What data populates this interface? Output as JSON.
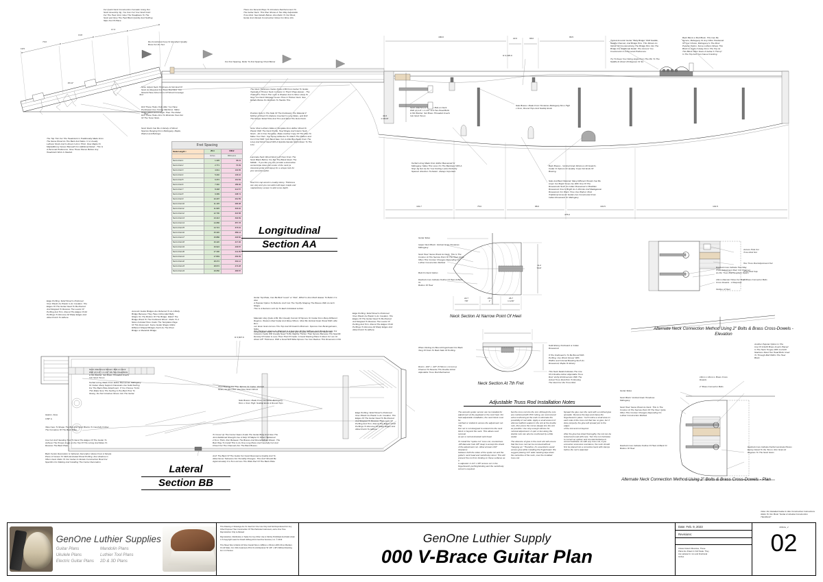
{
  "sheet": {
    "title": "000 V-Brace Guitar Plan",
    "company": "GenOne Luthier Supply",
    "sheet_number": "02",
    "sheet_code": "000vbs_2",
    "date_label": "Date: Feb. 9, 2023",
    "revisions_label": "Revisions:",
    "scale_note": "Unless Noted Otherwise, These\nPlans Are Drawn In Full Scale. They\nAre Labeled In mm and Fractional\nInches",
    "handbook_note": "Refer To Our Book \"Guitar & Ukulele Construction\nHandbook\"",
    "top_right_note": "Note: For Detailed Guitar & Uke Construction Instructions\nRefer To Our Book \"Guitar & Ukulele Construction\nHandbook\""
  },
  "logo": {
    "brand": "GenOne Luthier Supplies",
    "column1": [
      "Guitar Plans",
      "Ukulele Plans",
      "Electric Guitar Plans"
    ],
    "column2": [
      "Mandolin Plans",
      "Luthier Tool Plans",
      "2D & 3D Plans"
    ]
  },
  "legal": {
    "paragraphs": [
      "This Drawing or Drawings Are To Used For One Use Only And Not Reproduced For Any Other Purpose Than Construction Of This Particular Instrument, and a One Time Reproduction Only is Allowed",
      "Reproduction, Distribution or Sales For Any Other Use Is Strictly Prohibited And Falls Under U.S Copyright Laws For David VeBurg AIA & GenOne Services, Inc.  © 2019",
      "This Sheet Size Is Metric A0 Size Overall Size is 1189mm x 841mm With 15mm Borders On All Sides. For USA Customers Print On Architectural \"E\" (36\" x 48\") Without Resizing For 1:1 Printout."
    ]
  },
  "captions": {
    "longitudinal": [
      "Longitudinal",
      "Section AA"
    ],
    "lateral": [
      "Lateral",
      "Section BB"
    ],
    "neck_section_heel": "Neck Section At Narrow\nPoint Of Heel",
    "neck_section_7th": "Neck Section At 7th\nFret",
    "truss_rod_notes_title": "Adjustable Truss Rod Installation Notes",
    "alt_neck_elevation": "Alternate Neck Connection Method Using\n2\" Bolts & Brass Cross-Dowels - Elevation",
    "alt_neck_plan": "Alternate Neck Connection Method Using\n2\" Bolts & Brass Cross-Dowels - Plan"
  },
  "fret_table": {
    "title": "Fret Spacing",
    "scale_length_label": "Scale Length =",
    "scale_length_inches": "25.4",
    "scale_length_mm": "645.2",
    "unit_headers": [
      "Inches",
      "Millimeters"
    ],
    "rows": [
      {
        "label": "Nut to Fret 1",
        "inches": "1.426",
        "mm": "36.21"
      },
      {
        "label": "Nut to Fret 2",
        "inches": "2.771",
        "mm": "70.39"
      },
      {
        "label": "Nut to Fret 3",
        "inches": "4.041",
        "mm": "102.65"
      },
      {
        "label": "Nut to Fret 4",
        "inches": "5.240",
        "mm": "133.10"
      },
      {
        "label": "Nut to Fret 5",
        "inches": "6.372",
        "mm": "161.84"
      },
      {
        "label": "Nut to Fret 6",
        "inches": "7.440",
        "mm": "189.00"
      },
      {
        "label": "Nut to Fret 7",
        "inches": "8.448",
        "mm": "214.57"
      },
      {
        "label": "Nut to Fret 8",
        "inches": "9.399",
        "mm": "238.74"
      },
      {
        "label": "Nut to Fret 9",
        "inches": "10.297",
        "mm": "261.55"
      },
      {
        "label": "Nut to Fret 10",
        "inches": "11.145",
        "mm": "283.08"
      },
      {
        "label": "Nut to Fret 11",
        "inches": "11.945",
        "mm": "303.40"
      },
      {
        "label": "Nut to Fret 12",
        "inches": "12.700",
        "mm": "322.58"
      },
      {
        "label": "Nut to Fret 13",
        "inches": "13.413",
        "mm": "340.69"
      },
      {
        "label": "Nut to Fret 14",
        "inches": "14.086",
        "mm": "357.78"
      },
      {
        "label": "Nut to Fret 15",
        "inches": "14.721",
        "mm": "373.91"
      },
      {
        "label": "Nut to Fret 16",
        "inches": "15.320",
        "mm": "389.13"
      },
      {
        "label": "Nut to Fret 17",
        "inches": "15.886",
        "mm": "403.50"
      },
      {
        "label": "Nut to Fret 18",
        "inches": "16.420",
        "mm": "417.06"
      },
      {
        "label": "Nut to Fret 19",
        "inches": "16.924",
        "mm": "429.87"
      },
      {
        "label": "Nut to Fret 20",
        "inches": "17.400",
        "mm": "441.95"
      },
      {
        "label": "Nut to Fret 21",
        "inches": "17.849",
        "mm": "453.35"
      },
      {
        "label": "Nut to Fret 22",
        "inches": "18.272",
        "mm": "464.12"
      },
      {
        "label": "Nut to Fret 23",
        "inches": "18.672",
        "mm": "474.28"
      },
      {
        "label": "Nut to Fret 24",
        "inches": "19.050",
        "mm": "483.87"
      }
    ]
  },
  "notes": {
    "neck_jig": "For Quick Neck Construction Consider Using Our\nNeck Assembly Jig. You Can Cut Your Scarf Joint\nFor The Heel Joint, Glue The Headpiece To The\nNeck and Glue The Heel Block Quickly And Nothing\nSlips Out Of Place.",
    "reinforcement": "There Are Several Ways To Introduce Reinforcement To\nThe Guitar Neck. This Plan Shows A Two Way Adjustable\nTruss Rod. See Details Below. Also Refer To Our Book,\nGuitar And Ukulele Construction Notes For More Info.",
    "nut_material": "Re-Constituted Ivory Or Excellent Quality\nBone For the Nut.",
    "fret_spacing_ref": "For Fret Spacing, Refer To Fret Spacing Chart Below",
    "neck_thickness": "Note: Adjust Neck Thickness At Nut End Of\nNeck As Required For Truss Rod Slot. You\nShould Have About 2mm Of Wood Coverage",
    "tuner_holes": "Drill These Holes Only After You Have\nPurchased Your Tuning Machines. Make\nHoles About 1mm Larger Than The Roller.\nDrill These Holes First To Minimize Tear-Out\nOf The Tuner Slots.",
    "neck_stock": "Neck Stock Can Be A Variety of Wood\nSpecies Ranging From Mahogany, Maple,\nWalnut and Bubinga",
    "headstock_top_trim": "The Top Trim For The Headstock Is Traditionally Made From\nThe Same Wood As The Back And Sides. It Is Usually\nLeftover Stock And Is About 2.2mm Thick. Glue Maple Or\nMaple/Ebony Veneer Beneath For Additional Detail - This Is\nA Personal Preference. Glue These Pieces Before Any\nHeadstock Work Is Started.",
    "neck_thickness_guide": "The Neck Thickness Varies Quite A Bit From Guitar To Guitar,\nTypically A Thinner Neck Is Faster In That It Plays Easier - The\nTradeoff Is That A Thin neck Is Weaker And Is More Likely To\nGive You Neck Warpage Issues Than A Thicker Neck. See\nDetails Below On Methods To Handle This.",
    "position_dots": "Position Dots In The Side Of The Fretboard. The Material If\nMother-of-Pearl Or Abalone Inserted In Long Sides, and Drill\nThe Proper Sized Hole And Trim and Sand The Dots Flush.",
    "laminate_note": "Note: Most Luthiers Make A Template From Either Wood Or\nPlastic With The Neck Profile, Heel Shape And Interior Neck\nStock - All In One Template, Make Another Copy Of This Plan To\nMake Your Own. Use Spray Adhesive To Attach The Pattern and\nCut It Out With Your Band Saw. Cut A Little Big (Away From The\nLine) And Finish Sand With A Spindle Sander Right Down To The\nLine.",
    "laminate_neck": "Laminate Neck Wood Stock Left Over From The\nNeck Blank Before You Rip The Blank Down The\nMiddle - If you like you can provide a decorative\ncenterstripe down the center of the neck (a\nclassical guitar technique) for a unique look for\nyour acoustic guitar.",
    "heel_trim": "Heel trim cap wood is usually ebony. Thickness\ncan vary and you can add multi-layer maple and\nmaple/ebony veneer to add some depth.",
    "kerfed_lining": "Kerfed Lining Made From Either Basswood Or\nMahogany. Make This Lines On The Bandsaw With A\nStop Jig Set Up So Your Kerfing Looks Perfectly\nSpaced. Attention To Detail - Always Important.",
    "neck_attachment": "Neck Attachment Shown: Bolt-on Neck\nWith (2) 1/4\" x 1-1/2\" S.S Hex-Head Bolts\n& SS Washer. Set Brass Threaded Inserts\nInto Neck Tenon",
    "side_braces": "Side Braces: Made From Honduras Mahogany 8mm High\nx 3mm, Round Tops And Scallop Ends",
    "bridge_note": "Typical Acoustic Guitar \"Belly Bridge\" With Saddle,\nSaddle Channel, And Bridge Pins. This Shows An\nOption Of Countersinking The Bridge Pins Into The\nBridge For Additional Detail. The Amount You\nCountersink Is A Personal Preference.",
    "string_angle": "Try To Keep Your String Angle From The Pin To The\nSaddle At About 20 Degrees Or So.",
    "back_block": "Back Block or Butt Block. This Can Be\nSpruce, Mahogany Or Any Other Hardwood\nOf Your Choice, Mahogany Is The Most\nPopular Option. Some Luthiers Shave This\nBlock to Angle It Away From The Top As\nThis Block Often Gives A Guitar A \"Hump\"\nIn The Top And Can Cause Cracking",
    "back_braces": "Back Braces - Vertical Grain Minimum 20 Grain/In.\nCedar Or Spruce #1 Quality. Cope Out Ends Of\nBracing.",
    "side_back_material": "Side And Back Material: Many Different Woods Can Be\nUsed. For Bright Tones Go With One Of The\nRosewoods Such As Indian Rosewood or Brazilian\nRosewood. Koa Is Bright As Is Ziricote And Madagascar\nRosewood. For Warm Tone Use Walnut. Most\nTraditional Acoustic Guitars Are Constructed From\nIndian Rosewood Or Mahogany",
    "edge_purfling": "Edge Purfling: Solid Wood Is Preferred\nOver Plastic As Plastic Is An Insulator. The\nEdges Of The Guitar Need To Be Routed\nAnd Stepped To Receive The Levels Of\nPurfling And Trim. Round The Edges Of All\nPurflings To Remove All Sharp Edges And\nAllow Finish To Adhere.",
    "bridge_plate": "Acoustic Guitar Bridges Are Referred To As A Belly\nBridge Because They Have A Rounded Belly\nShape On The Bottom Of The Bridge. Match The\nBridge Wood To The Fretboard Wood - Refer To 2\nSizes Included Here Under The Templates Page.\nOf This Document. Some Guitar Shape Utilize\nDifferent Shaped Bridges Such As The Prism\nBridge or Mandolin Bridge.",
    "bolt_plate": "Guitar Top Plate, Can Be Built \"Level\" or \"Flat\", Which Is Also Much Easier To Build. It Is Also\nA Popular Option To Build An Arch Into The Top By Shaping The Braces With An Arch Shape.\nThis Is A Decision Left Up To Each Individual Luthier.",
    "material_note": "Materials Vary Quite A Bit, But Usually Consist Of Spruce Or Cedar From Many Different\nRegions. Western Red Cedar And Many Others. Most Be Vertical Grain Wood With Little Run-\nout. Even Grain Across The Top And 20 Grain/In Minimum. Spruces Can Be Engelmann, Sitka\nOr European. Refer To Our Book on Guitar and Ukulele Construction For More Info.",
    "top_thickness": "Top Thickness Varies As Well And Is A Function Of Top Stiffness And Wood Density. For\nInstance Cedar Will Usually Need To Be Slightly Thicker Than Spruce Because The Specific\nDensity Of Cedar Is Less Than That Of Cedar. A Good Starting Place If About 3.2 mm Or\nAbout 1/8\" Thickness. With a Good Stiff Sitka Spruce You Can Reduce This Dimension 4.8d.",
    "edge_purfling2": "Edge Purfling: Solid Wood Is Preferred\nOver Plastic As Plastic Is An Insulator. The\nEdges Of The Guitar Need To Be Routed\nAnd Stepped To Receive The Levels Of\nPurfling And Trim. Round The Edges Of All\nPurflings To Remove All Sharp Edges And\nAllow Finish To Adhere.",
    "tone_bracing": "Tone Bracing For Top, Spruce Or Cedar, Vertical\nGrain, No Run-Out. Use Fine Grain Wood.",
    "side_braces2": "Side Braces: Made From Honduras Mahogany\n8mm x 3mm High. Scallop Ends & Round Tops",
    "neck_block": "Neck Attachment Shown: Bolt-on Neck\nWith (2) 1/4\" x 1-1/2\" SS Hex-Head Bolts\n& SS Washer. Set Brass Threaded Inserts\nInto Neck Tenon",
    "kerfed_lining2": "Kerfed Lining Made From Either Basswood, Mahogany\nOr Cedar. Many Support Classicals Use Solid Kerfing\nFor The Back Plate Attachment. If You Choose To Do\nThis Make Sure The Kerfing Is Pre-Bent Prior To\nGluing. Do Not Introduce Stress Into The Guitar.",
    "take_care": "Take Care To Shape The Butt And Neck Blocks To Carefully Follow\nThe Curvature Of The Back Plate.",
    "cutout_sanding": "Use Cut Arch Sanding Tool To Sand The Edges Of The Guitar To\nAchieve The Proper Angle on the Top Of The Lining And Sides To\nReceive The Back Plate.",
    "back_center": "Back Center Decoration Is Optional. Decoration Varies From A Simple\nPiece of Veneer To Multi-laminated Wood Purfling. Also Abalone Is\nOften Used. Refer To Our Guitar & Ukulele Construction Book For\nSpecifics For Making And Installing The Center Decoration.",
    "cover_seam": "To Cover Up The Center Seam Inside The Guitar Body And Give The\nJoint Additional Strength Use A Strip Of Maple Or Other Hardwood\n2.5mm Thick, Run Between The Braces And Round-Off As Shown. The\nBest Way To Install This Is As One Long Piece And Carefully Cut And\nChisel Out The Channels For The Back Braces.",
    "arch_back": "Arch The Back Of The Guitar For Good Resonance Quality And To\nAllow Some Tolerance For Humidity Changes. This Arch Should Be\nApproximately 4 to 5mm Across The Wide Part Of The Back Plate.",
    "guitar_sides": "Guitar Sides",
    "upper_neck_block": "Upper Neck Block: Vertical Grain Honduras\nMahogany",
    "neck_heel": "Neck Heel: Same Wood As Neck, This Is The\nContour At The Narrow Point Of The Heel. Quite\nOften This Contour Changes Depending On\nLuthier Construction Method",
    "bolt_on_neck_option": "Bolt-On Neck Option",
    "dashed_lines_heel": "Dashed Lines Indicate Outline Of Heel At Back Or\nBottom Of Heel",
    "dashed_two_way": "Dashed Lines Indicate Two-Way\nTruss Adjustment Rod, Cut Channel\nAs Per Truss Rod Suppliers Specs",
    "dowel_holes": "10mm Diamter Holes For Brass\nCross Dowels - 2 Required",
    "outline_heel": "Outline of Heel",
    "finishing_fb": "When Finding An Bound Fingerboard Cut Back\nTang Of Frets To Back Side Of Purfling.",
    "ebony_fb": "Solid Ebony Fretboard or Indian\nRosewood",
    "fb_radius": "If The Fretboard Is To Be Bound With\nPurfling, Use Wood Veneer With\nWidths and Colored Banding Such As\nRosewood, Maple Or Ebony",
    "truss_detail": "This Neck Detail Indicates The Use\nOf A Double-Action Adjustable Truss\nRod. Verify All Dimension With The\nActual Truss Rod Prior To Routing\nThe Neck For the Truss Rod.",
    "rod_dim": "Rod is .310\" x .437\" (5.54mm x 11.1mm)\nChannel To Reseive The Double Action\nAdjustable Truss Rod Mechanism",
    "alt_guitar_sides": "Guitar Sides",
    "alt_neck_block": "Neck Block: Vertical Grain Honduras\nMahogany",
    "alt_neck_heel": "Neck Heel: Same Wood As Neck. This Is The\nContour At The Narrow Point Of The Heel. Quite\nOften This Contour Changes Depending On\nLuthier Construction Method",
    "alt_dashed": "Dashed Lines Indicate Outline Of Heel At Back Or\nBottom Of Heel",
    "brass_bolts": "2\" Brass Connector Bolts",
    "cross_dowel_10mm": "10mm x 16mm L Brass Cross\nDowels",
    "another_option": "Another Popular Option Is The\nUse Of 1/4x20 Brass Inserts Placed\nIn The Neck Tongue With 1x1/x20\nStainless Steel Hex Head Bolts Used\nTo Through-Bolt Within The Heel\nBlock",
    "access_hole": "Access Hole For\nTruss Rod Nut",
    "truss_nut": "Hex Truss Rod Adjustment Nut",
    "truss_cap": "Truss Rod Cap",
    "brass_bolts_2": "2\" Brass Connector Bolts",
    "dashed_lines_back": "Dashed Lines Indicate Kerfed Laminate Pieces\nEpoxy Glued To the Tenon. Run Grain At\nDegrees To The Neck Grain",
    "approx_area": "Approx. Area",
    "truss_notes_cols": [
      "The acoustic guitar version can be installed for\nadjustment at the peghead or the neck heel. For\nheel-adjustable installation, the neck block must be\nnotched or slotted to access the adjustment nut. The\nfirst nut is not designed to extend into the neck\nblock or beyond the neck. This allows neck removal\nas per a normal dovetail neck head.\n\nTo install the \"spoke nut\" truss rod, counterbore\n-3/8 diameter hole 3/8\" deep to accept the shank\nof the adjustment nut. Allow at least 1/16\" clearance\nbetween both the sides of the spoke nut and the\nguitar's neck head and neck/body cutout. This will\nprevent the nut from binding on these surfaces as it\nis adjusted. A 1/4\" x 3/8\" access cut in the\nfingerboard's purfling/binding and the neck/body\ncutout is required.",
      "Set the truss rod into the slot. Although the cuts\nare cushioned with PVC tubing, we recommend\nextra cushioning at the ends to eliminate the\npossibility of rod rattle. Apply a small amount of\nsilicone bathtub sealant in the slot at the double\nnuts, then press the rod as deeply into the slot\nas possible. Use only enough silicone for\nminimal adjustment. A spot or two along the\ndouble nuts can also be cushioned by a little\nsealer.\n\nThe absence of glue in the neck slot will ensure\nthat the truss rod can be removed without\n\"hanging up.\" Therefore, it's essential to avoid\nexcess glue while installing the fingerboard. We\nsuggest placing 1/4\" wide masking tape down\nthe centerline of the neck, over the installed\ntruss rod.",
      "Spread the glue over the neck with a notched glue\nspreader. Remove the tape and clamp the\nfingerboard in place. You'll notice a small area on\neach side of the truss rod that has no glue, but if\ndone properly, the glue will spread just to the edges\nof the slot and not beyond.\n\nAfter the glue has dried thoroughly, the rod can be\ntested and used with care. Turn the nut clockwise\nto correct an upbow, and counterclockwise to\ncorrect backbow. As with any truss rod, if you\nencounter excessive resistance, the neck should\nfirst be placed into a corrective bend with clamps\nbefore the rod is adjusted."
    ]
  },
  "dimensions": {
    "top_row": [
      "17.3",
      "17.3",
      "17.3",
      "17.3"
    ],
    "headstock": [
      "19.5",
      "73.0",
      "13.8",
      "17.3",
      "15.11°",
      "44.2",
      "15.1"
    ],
    "body_top": [
      "180.0",
      "22.0",
      "98.0",
      "96.5",
      "R 3,195.0"
    ],
    "body_bottom": [
      "101.7",
      "75.0",
      "88.0",
      "101.5",
      "475.0"
    ],
    "neck_heel": [
      "22.7\n7/8\"",
      "25.0\n1\"",
      "26.7\n1 1/16\"",
      "11.2\n7/16\""
    ],
    "body_right": [
      "121.7",
      "36.0",
      "101.5",
      "72.5"
    ],
    "misc": [
      "R 3,195.0",
      "R 3,607.6",
      "R 3,607.6",
      "49.3\n1 15/16\"",
      "53.8",
      "12.9",
      "38.0",
      "25.4"
    ]
  }
}
